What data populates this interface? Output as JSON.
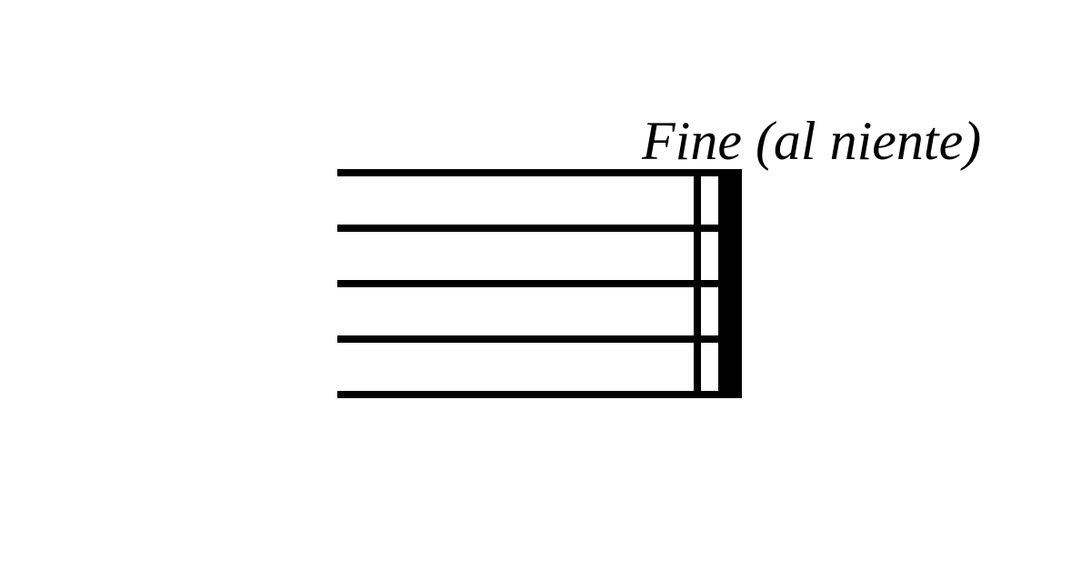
{
  "marking": {
    "text": "Fine (al niente)"
  },
  "staff": {
    "line_count": 5,
    "final_barline": "thin-thick"
  },
  "colors": {
    "ink": "#000000",
    "background": "#ffffff"
  }
}
